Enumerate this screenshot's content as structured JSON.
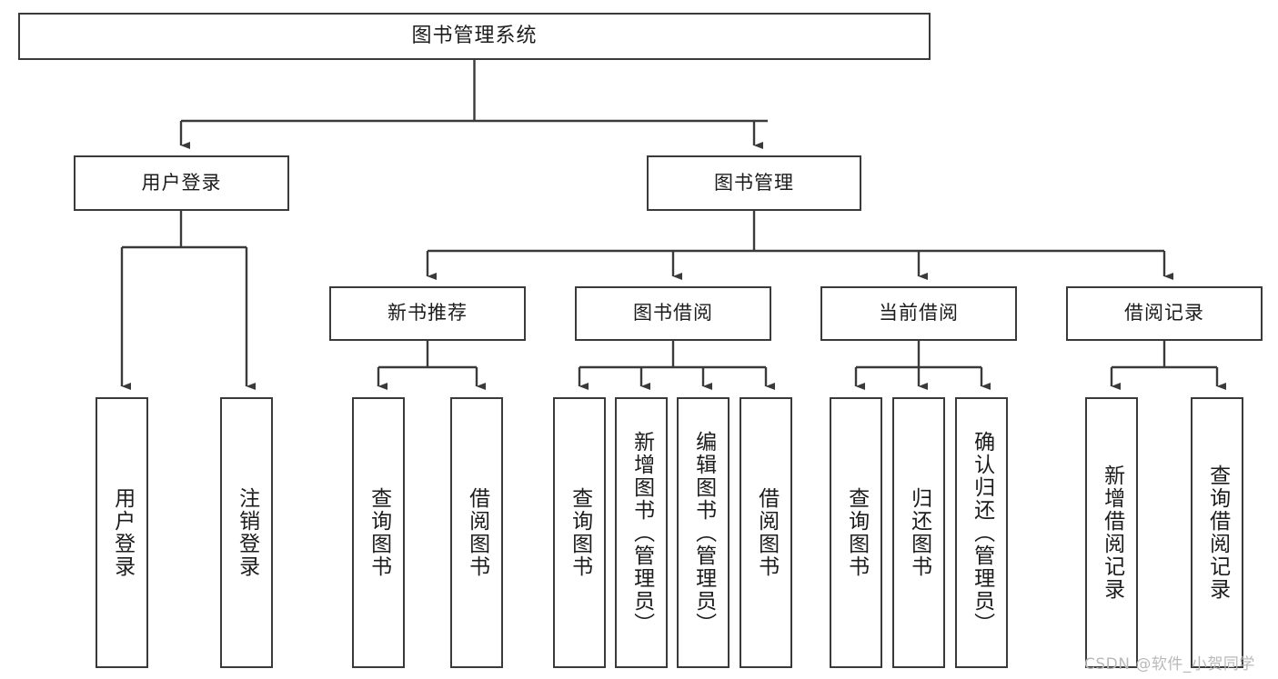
{
  "diagram": {
    "type": "hierarchy-tree",
    "title": "图书管理系统",
    "root": {
      "id": "root",
      "label": "图书管理系统"
    },
    "level2": [
      {
        "id": "user-login",
        "label": "用户登录"
      },
      {
        "id": "book-management",
        "label": "图书管理"
      }
    ],
    "level3": [
      {
        "id": "new-book-recommend",
        "label": "新书推荐",
        "parent": "book-management"
      },
      {
        "id": "book-borrow",
        "label": "图书借阅",
        "parent": "book-management"
      },
      {
        "id": "current-borrow",
        "label": "当前借阅",
        "parent": "book-management"
      },
      {
        "id": "borrow-record",
        "label": "借阅记录",
        "parent": "book-management"
      }
    ],
    "leaves": [
      {
        "id": "leaf-user-login",
        "label": "用户登录",
        "parent": "user-login"
      },
      {
        "id": "leaf-logout-login",
        "label": "注销登录",
        "parent": "user-login"
      },
      {
        "id": "leaf-query-book-1",
        "label": "查询图书",
        "parent": "new-book-recommend"
      },
      {
        "id": "leaf-borrow-book-1",
        "label": "借阅图书",
        "parent": "new-book-recommend"
      },
      {
        "id": "leaf-query-book-2",
        "label": "查询图书",
        "parent": "book-borrow"
      },
      {
        "id": "leaf-add-book",
        "label": "新增图书（管理员）",
        "parent": "book-borrow"
      },
      {
        "id": "leaf-edit-book",
        "label": "编辑图书（管理员）",
        "parent": "book-borrow"
      },
      {
        "id": "leaf-borrow-book-2",
        "label": "借阅图书",
        "parent": "book-borrow"
      },
      {
        "id": "leaf-query-book-3",
        "label": "查询图书",
        "parent": "current-borrow"
      },
      {
        "id": "leaf-return-book",
        "label": "归还图书",
        "parent": "current-borrow"
      },
      {
        "id": "leaf-confirm-return",
        "label": "确认归还（管理员）",
        "parent": "current-borrow"
      },
      {
        "id": "leaf-add-record",
        "label": "新增借阅记录",
        "parent": "borrow-record"
      },
      {
        "id": "leaf-query-record",
        "label": "查询借阅记录",
        "parent": "borrow-record"
      }
    ],
    "colors": {
      "stroke": "#3a3a3a",
      "text": "#1c1c1c",
      "background": "#ffffff",
      "watermark": "#b9b9b9"
    }
  },
  "watermark": {
    "text": "CSDN @软件_小贺同学"
  }
}
